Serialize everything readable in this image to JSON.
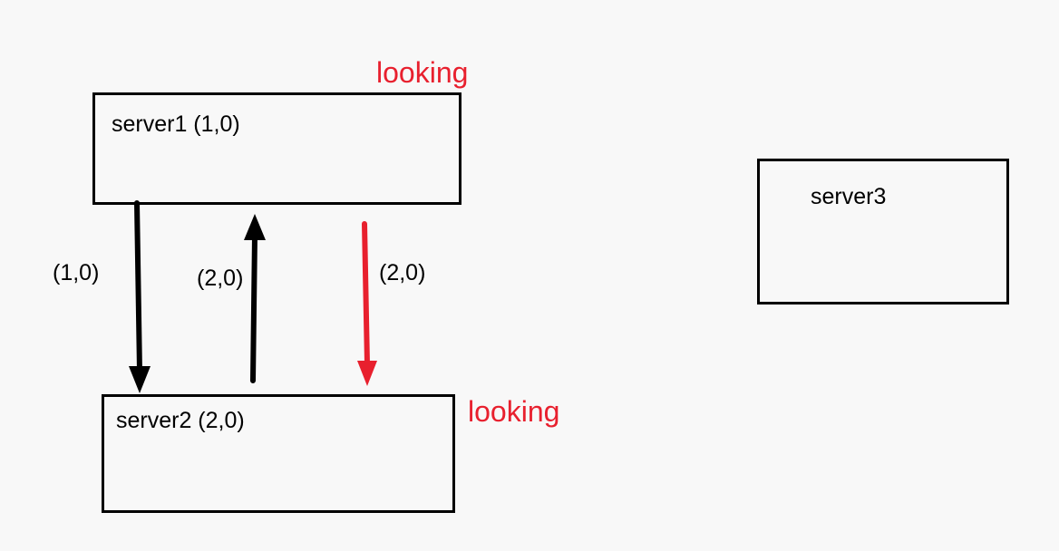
{
  "colors": {
    "background": "#f8f8f8",
    "stroke": "#000000",
    "highlight": "#e8202e"
  },
  "servers": {
    "server1": {
      "label": "server1 (1,0)",
      "status": "looking"
    },
    "server2": {
      "label": "server2 (2,0)",
      "status": "looking"
    },
    "server3": {
      "label": "server3"
    }
  },
  "messages": {
    "s1_to_s2": {
      "label": "(1,0)"
    },
    "s2_to_s1": {
      "label": "(2,0)"
    },
    "s2_to_s2": {
      "label": "(2,0)"
    }
  }
}
